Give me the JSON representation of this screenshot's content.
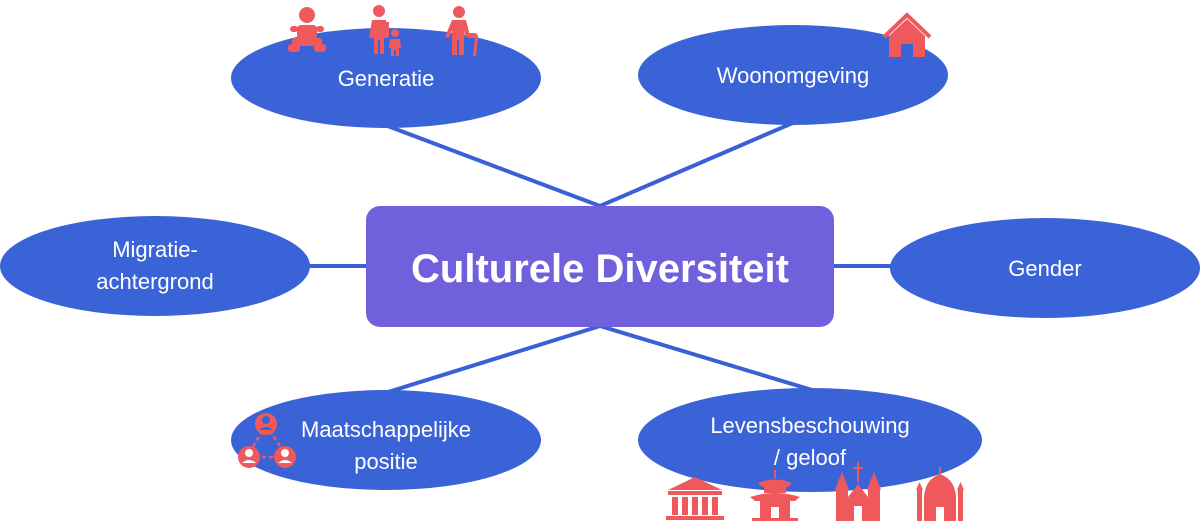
{
  "center": {
    "label": "Culturele Diversiteit"
  },
  "nodes": {
    "generatie": {
      "label": "Generatie"
    },
    "woonomgeving": {
      "label": "Woonomgeving"
    },
    "migratie": {
      "line1": "Migratie-",
      "line2": "achtergrond"
    },
    "gender": {
      "label": "Gender"
    },
    "maatschappelijk": {
      "line1": "Maatschappelijke",
      "line2": "positie"
    },
    "levensbeschouwing": {
      "line1": "Levensbeschouwing",
      "line2": "/ geloof"
    }
  },
  "colors": {
    "node_fill": "#3a63d8",
    "center_fill": "#7160db",
    "connector": "#3a5fd6",
    "icon": "#f0595b"
  },
  "icons": [
    "baby-icon",
    "parent-child-icon",
    "elderly-person-icon",
    "house-icon",
    "network-people-icon",
    "temple-icon",
    "pagoda-icon",
    "church-icon",
    "mosque-icon"
  ]
}
